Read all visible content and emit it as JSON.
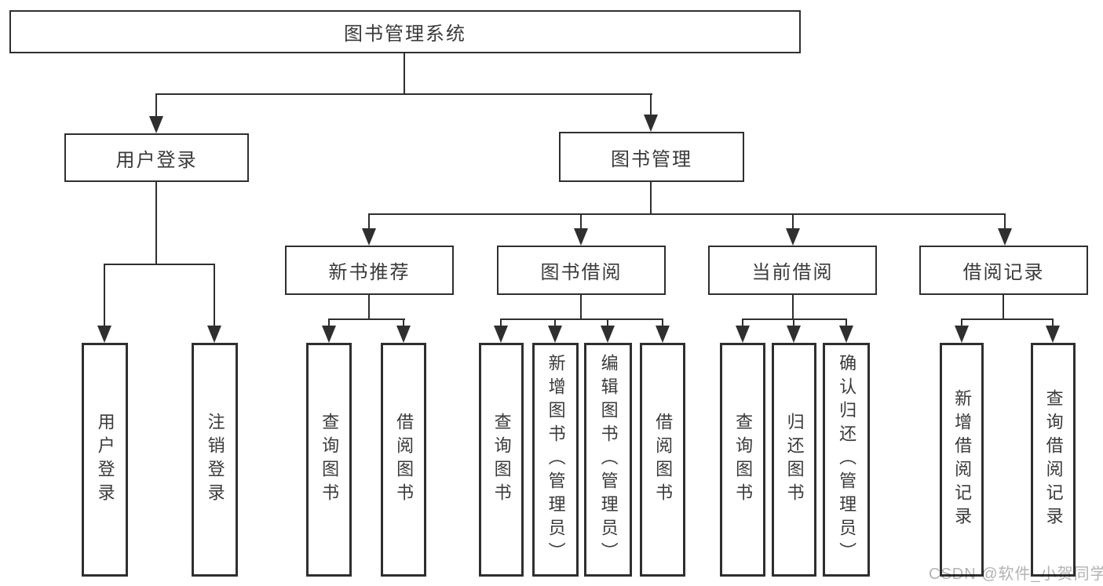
{
  "title": "图书管理系统",
  "watermark": "CSDN @软件_小贺同学",
  "colors": {
    "line": "#2f2f2f",
    "text": "#3a3a3a",
    "watermark": "#b4b2b4",
    "background": "#ffffff"
  },
  "nodes": {
    "root": "图书管理系统",
    "level2": {
      "user_login": "用户登录",
      "book_mgmt": "图书管理"
    },
    "level3": {
      "new_book_rec": "新书推荐",
      "book_borrow": "图书借阅",
      "current_borrow": "当前借阅",
      "borrow_records": "借阅记录"
    },
    "leaves": {
      "user_login_login": "用户登录",
      "user_login_logout": "注销登录",
      "rec_query_books": "查询图书",
      "rec_borrow_books": "借阅图书",
      "borrow_query_books": "查询图书",
      "borrow_add_books": "新增图书（管理员）",
      "borrow_edit_books": "编辑图书（管理员）",
      "borrow_borrow_books": "借阅图书",
      "current_query_books": "查询图书",
      "current_return_books": "归还图书",
      "current_confirm_return": "确认归还（管理员）",
      "records_add_record": "新增借阅记录",
      "records_query_record": "查询借阅记录"
    }
  },
  "hierarchy": {
    "root": "图书管理系统",
    "children": [
      {
        "label": "用户登录",
        "children": [
          "用户登录",
          "注销登录"
        ]
      },
      {
        "label": "图书管理",
        "children": [
          {
            "label": "新书推荐",
            "children": [
              "查询图书",
              "借阅图书"
            ]
          },
          {
            "label": "图书借阅",
            "children": [
              "查询图书",
              "新增图书（管理员）",
              "编辑图书（管理员）",
              "借阅图书"
            ]
          },
          {
            "label": "当前借阅",
            "children": [
              "查询图书",
              "归还图书",
              "确认归还（管理员）"
            ]
          },
          {
            "label": "借阅记录",
            "children": [
              "新增借阅记录",
              "查询借阅记录"
            ]
          }
        ]
      }
    ]
  }
}
